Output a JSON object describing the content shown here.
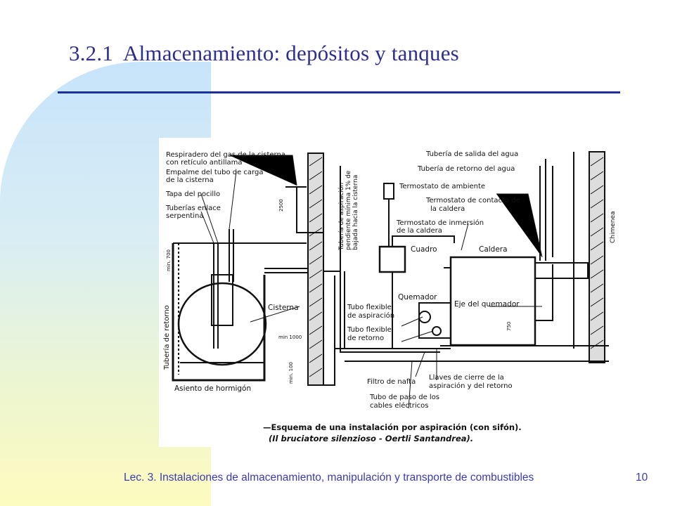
{
  "slide": {
    "title_number": "3.2.1",
    "title_text": "Almacenamiento: depósitos y tanques",
    "footer": "Lec. 3. Instalaciones de almacenamiento, manipulación y transporte de combustibles",
    "page_number": "10"
  },
  "diagram": {
    "labels": {
      "respiradero": "Respiradero del gas de la cisterna",
      "respiradero2": "con retículo antillama",
      "empalme": "Empalme del tubo de carga",
      "empalme2": "de la cisterna",
      "tapa": "Tapa del pocillo",
      "tuberias_enlace": "Tuberías enlace",
      "serpentina": "serpentina",
      "tuberia_retorno_v": "Tubería de retorno",
      "tuberia_aspiracion_v1": "Tubería de aspiración",
      "tuberia_aspiracion_v2": "pendiente mínima 1% de",
      "tuberia_aspiracion_v3": "bajada hacia la cisterna",
      "cisterna": "Cisterna",
      "asiento": "Asiento de hormigón",
      "dim_2500": "2500",
      "dim_700": "min. 700",
      "dim_1000": "min 1000",
      "dim_100": "min. 100",
      "dim_750": "750",
      "salida_agua": "Tubería de salida del agua",
      "retorno_agua": "Tubería de retorno del agua",
      "termostato_ambiente": "Termostato de ambiente",
      "termostato_contacto": "Termostato de contacto de",
      "termostato_contacto2": "la caldera",
      "termostato_inmersion": "Termostato de inmersión",
      "termostato_inmersion2": "de la caldera",
      "cuadro": "Cuadro",
      "caldera": "Caldera",
      "chimenea": "Chimenea",
      "quemador": "Quemador",
      "eje_quemador": "Eje del quemador",
      "tubo_flex_asp": "Tubo flexible",
      "tubo_flex_asp2": "de aspiración",
      "tubo_flex_ret": "Tubo flexible",
      "tubo_flex_ret2": "de retorno",
      "filtro": "Filtro de nafta",
      "llaves": "Llaves de cierre de la",
      "llaves2": "aspiración y del retorno",
      "tubo_paso": "Tubo de paso de los",
      "tubo_paso2": "cables eléctricos"
    },
    "caption_line1": "—Esquema de una instalación por aspiración (con sifón).",
    "caption_line2": "(Il bruciatore silenzioso - Oertli Santandrea)."
  },
  "colors": {
    "title": "#2e2e8f",
    "rule": "#1c2fa0",
    "footer": "#3b3bb0"
  }
}
